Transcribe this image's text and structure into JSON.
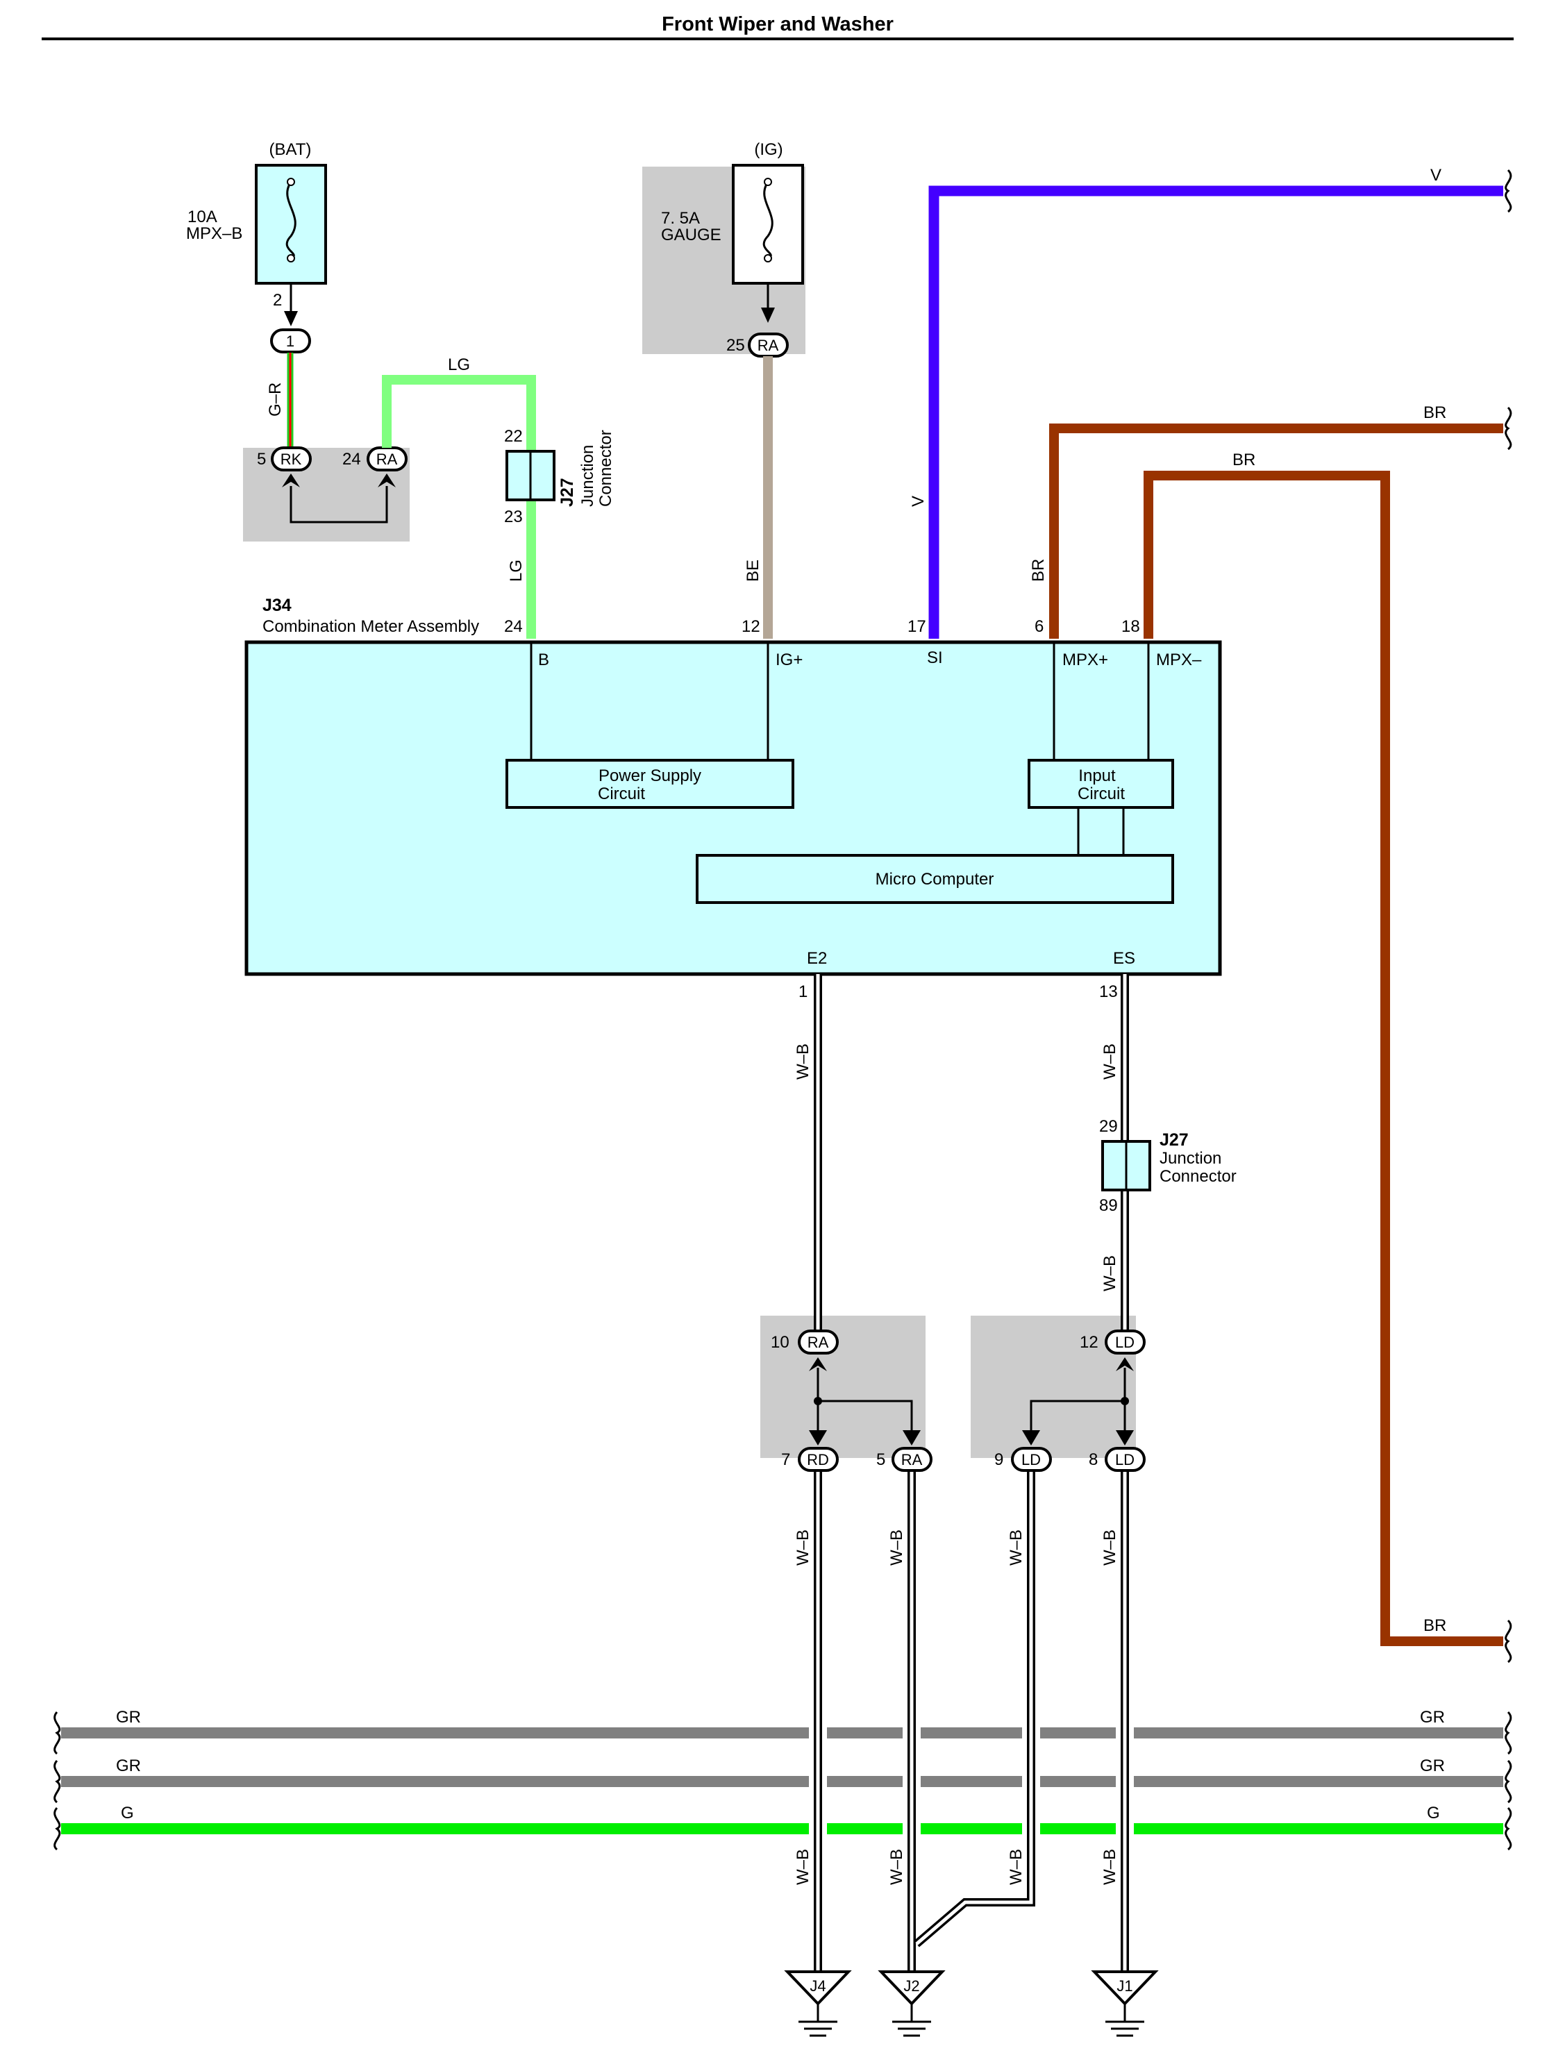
{
  "title": "Front Wiper and Washer",
  "colors": {
    "module_fill": "#ccffff",
    "gray_area": "#cccccc",
    "LG": "#80ff80",
    "V": "#4400ff",
    "BR": "#993300",
    "BE": "#b4a696",
    "GR": "#808080",
    "G": "#00ee00",
    "G_R_green": "#22cc22",
    "G_R_red": "#ff0000"
  },
  "fuses": {
    "bat": {
      "source": "(BAT)",
      "rating": "10A",
      "name": "MPX–B",
      "pin": "2"
    },
    "ig": {
      "source": "(IG)",
      "rating": "7. 5A",
      "name": "GAUGE",
      "pin": "25",
      "connector": "RA",
      "icon": "fuse-icon"
    }
  },
  "connectors": {
    "c1": "1",
    "rk": {
      "pin": "5",
      "id": "RK"
    },
    "ra_top": {
      "pin": "24",
      "id": "RA"
    },
    "ra_10": {
      "pin": "10",
      "id": "RA"
    },
    "rd_7": {
      "pin": "7",
      "id": "RD"
    },
    "ra_5": {
      "pin": "5",
      "id": "RA"
    },
    "ld_12": {
      "pin": "12",
      "id": "LD"
    },
    "ld_9": {
      "pin": "9",
      "id": "LD"
    },
    "ld_8": {
      "pin": "8",
      "id": "LD"
    }
  },
  "junction_top": {
    "id": "J27",
    "line1": "Junction",
    "line2": "Connector",
    "pin_in": "22",
    "pin_out": "23"
  },
  "junction_mid": {
    "id": "J27",
    "line1": "Junction",
    "line2": "Connector",
    "pin_in": "29",
    "pin_out": "89"
  },
  "meter": {
    "id": "J34",
    "name": "Combination Meter Assembly",
    "pins": {
      "b": "24",
      "igp": "12",
      "si": "17",
      "mpxp": "6",
      "mpxm": "18",
      "e2": "1",
      "es": "13"
    },
    "terminals": {
      "b": "B",
      "igp": "IG+",
      "si": "SI",
      "mpxp": "MPX+",
      "mpxm": "MPX–",
      "e2": "E2",
      "es": "ES"
    },
    "power_supply": {
      "line1": "Power Supply",
      "line2": "Circuit"
    },
    "input_circuit": {
      "line1": "Input",
      "line2": "Circuit"
    },
    "micro": "Micro Computer"
  },
  "wires": {
    "g_r": "G–R",
    "lg": "LG",
    "be": "BE",
    "v": "V",
    "br": "BR",
    "wb": "W–B",
    "gr": "GR",
    "g": "G"
  },
  "grounds": {
    "j4": "J4",
    "j2": "J2",
    "j1": "J1"
  }
}
